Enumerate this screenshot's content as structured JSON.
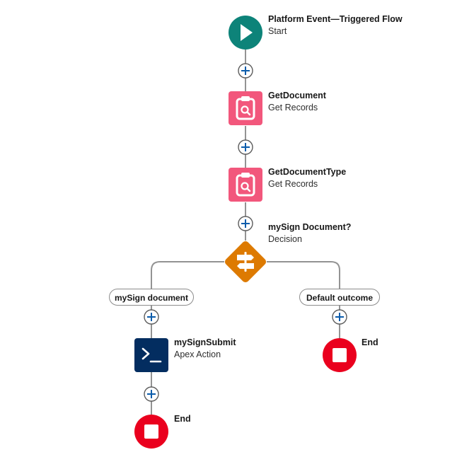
{
  "nodes": {
    "start": {
      "title": "Platform Event—Triggered Flow",
      "subtitle": "Start",
      "color": "#0d8379"
    },
    "get_document": {
      "title": "GetDocument",
      "subtitle": "Get Records",
      "color": "#f2577c"
    },
    "get_document_type": {
      "title": "GetDocumentType",
      "subtitle": "Get Records",
      "color": "#f2577c"
    },
    "decision": {
      "title": "mySign Document?",
      "subtitle": "Decision",
      "color": "#dd7a01"
    },
    "apex_action": {
      "title": "mySignSubmit",
      "subtitle": "Apex Action",
      "color": "#032d60"
    },
    "end_left": {
      "title": "End",
      "color": "#ea001e"
    },
    "end_right": {
      "title": "End",
      "color": "#ea001e"
    }
  },
  "outcomes": {
    "left": "mySign document",
    "right": "Default outcome"
  },
  "icons": {
    "start": "play-icon",
    "get_records": "clipboard-search-icon",
    "decision": "signpost-icon",
    "apex": "terminal-icon",
    "end": "stop-icon",
    "add": "plus-icon"
  },
  "colors": {
    "connector": "#939393",
    "add_button_border": "#5c5c5c",
    "add_button_plus": "#0b5cab"
  }
}
